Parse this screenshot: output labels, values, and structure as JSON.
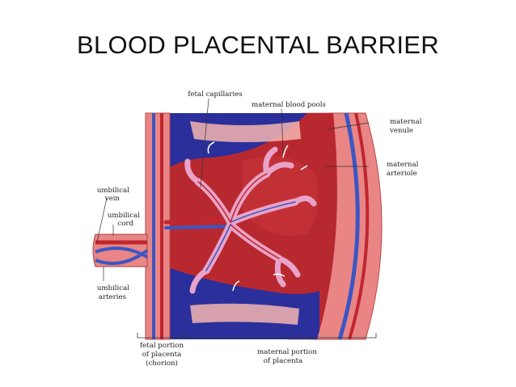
{
  "slide": {
    "title": "BLOOD PLACENTAL BARRIER"
  },
  "diagram": {
    "colors": {
      "fetal_blood_blue": "#2b2f9c",
      "maternal_blood_red": "#b8282f",
      "tissue_pink": "#e98585",
      "vessel_red": "#c0262e",
      "vessel_blue": "#3b56c4",
      "light_tissue": "#f4b5b0"
    },
    "labels": {
      "fetal_capillaries": "fetal capillaries",
      "maternal_blood_pools": "maternal blood pools",
      "maternal_venule_1": "maternal",
      "maternal_venule_2": "venule",
      "maternal_arteriole_1": "maternal",
      "maternal_arteriole_2": "arteriole",
      "umbilical_vein_1": "umbilical",
      "umbilical_vein_2": "vein",
      "umbilical_cord_1": "umbilical",
      "umbilical_cord_2": "cord",
      "umbilical_arteries_1": "umbilical",
      "umbilical_arteries_2": "arteries",
      "fetal_portion_1": "fetal portion",
      "fetal_portion_2": "of placenta",
      "fetal_portion_3": "(chorion)",
      "maternal_portion_1": "maternal portion",
      "maternal_portion_2": "of placenta"
    }
  }
}
